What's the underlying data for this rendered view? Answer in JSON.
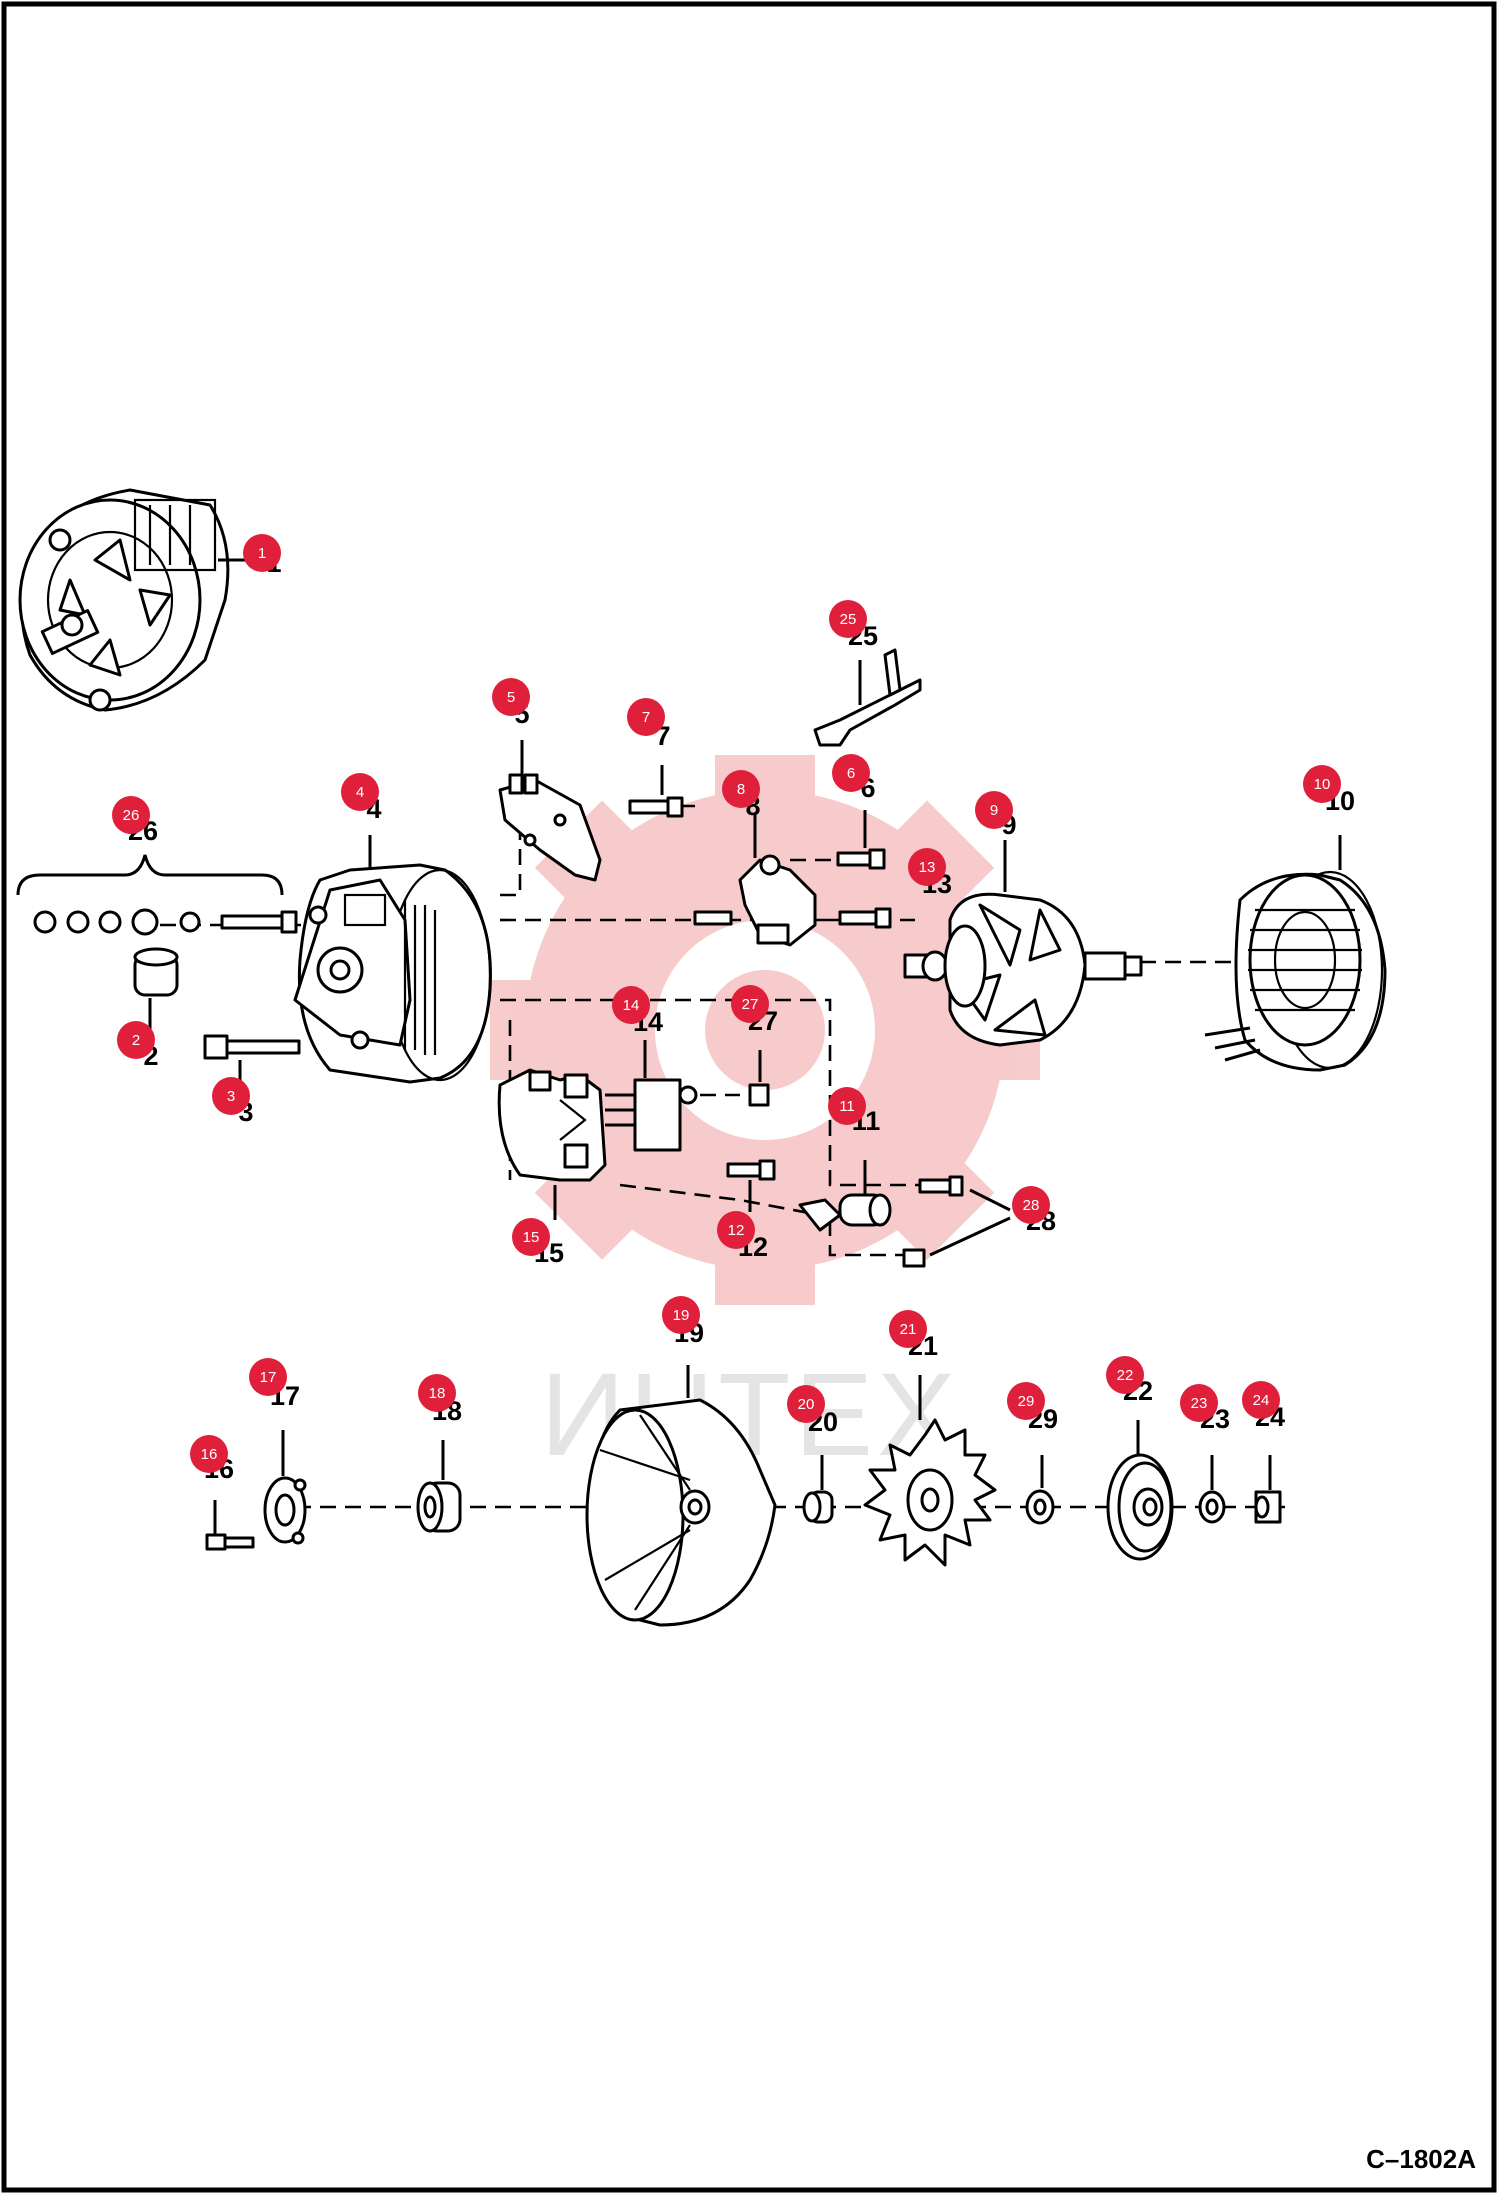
{
  "drawing_code": "C–1802A",
  "watermark": "ИНТЕХ",
  "colors": {
    "badge": "#e0203a",
    "line": "#000000",
    "watermark_gear": "#f7c9c9"
  },
  "callouts": [
    {
      "id": "1",
      "label": "1"
    },
    {
      "id": "2",
      "label": "2"
    },
    {
      "id": "3",
      "label": "3"
    },
    {
      "id": "4",
      "label": "4"
    },
    {
      "id": "5",
      "label": "5"
    },
    {
      "id": "6",
      "label": "6"
    },
    {
      "id": "7",
      "label": "7"
    },
    {
      "id": "8",
      "label": "8"
    },
    {
      "id": "9",
      "label": "9"
    },
    {
      "id": "10",
      "label": "10"
    },
    {
      "id": "11",
      "label": "11"
    },
    {
      "id": "12",
      "label": "12"
    },
    {
      "id": "13",
      "label": "13"
    },
    {
      "id": "14",
      "label": "14"
    },
    {
      "id": "15",
      "label": "15"
    },
    {
      "id": "16",
      "label": "16"
    },
    {
      "id": "17",
      "label": "17"
    },
    {
      "id": "18",
      "label": "18"
    },
    {
      "id": "19",
      "label": "19"
    },
    {
      "id": "20",
      "label": "20"
    },
    {
      "id": "21",
      "label": "21"
    },
    {
      "id": "22",
      "label": "22"
    },
    {
      "id": "23",
      "label": "23"
    },
    {
      "id": "24",
      "label": "24"
    },
    {
      "id": "25",
      "label": "25"
    },
    {
      "id": "26",
      "label": "26"
    },
    {
      "id": "27",
      "label": "27"
    },
    {
      "id": "28",
      "label": "28"
    },
    {
      "id": "29",
      "label": "29"
    }
  ]
}
